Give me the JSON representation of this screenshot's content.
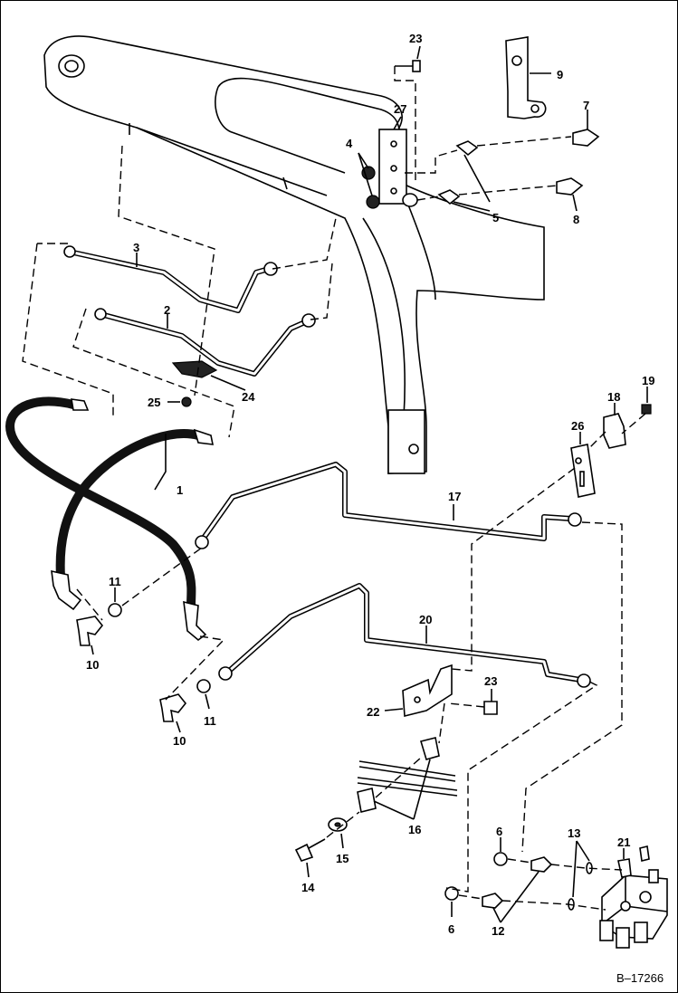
{
  "drawing": {
    "reference": "B–17266",
    "callouts": {
      "c1": "1",
      "c2": "2",
      "c3": "3",
      "c4": "4",
      "c5": "5",
      "c6a": "6",
      "c6b": "6",
      "c7": "7",
      "c8": "8",
      "c9": "9",
      "c10a": "10",
      "c10b": "10",
      "c11a": "11",
      "c11b": "11",
      "c12": "12",
      "c13": "13",
      "c14": "14",
      "c15": "15",
      "c16": "16",
      "c17": "17",
      "c18": "18",
      "c19": "19",
      "c20": "20",
      "c21": "21",
      "c22": "22",
      "c23a": "23",
      "c23b": "23",
      "c24": "24",
      "c25": "25",
      "c26": "26",
      "c27": "27"
    }
  }
}
